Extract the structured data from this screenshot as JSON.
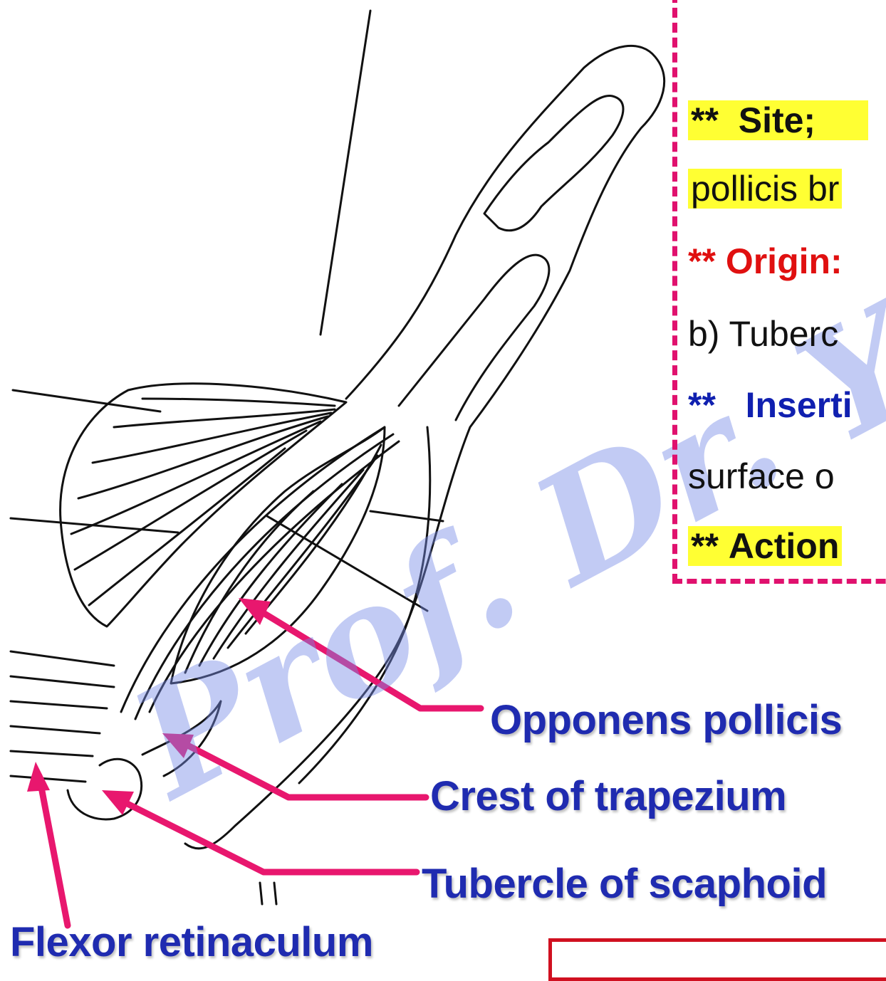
{
  "info_box": {
    "site_stars": "**",
    "site_label": "Site;",
    "site_cont": "pollicis br",
    "origin_stars": "**",
    "origin_label": "Origin:",
    "origin_text": "b) Tuberc",
    "insertion_stars": "**",
    "insertion_label": "Inserti",
    "insertion_text": "surface o",
    "action_stars": "**",
    "action_label": "Action"
  },
  "labels": {
    "opponens": "Opponens pollicis",
    "crest": "Crest of trapezium",
    "tubercle": "Tubercle of scaphoid",
    "flexor": "Flexor retinaculum"
  },
  "watermark": "Prof. Dr. Yo",
  "colors": {
    "arrow": "#e8176e",
    "label": "#1f2bb0",
    "box_border": "#e0116e",
    "highlight": "#ffff33"
  }
}
